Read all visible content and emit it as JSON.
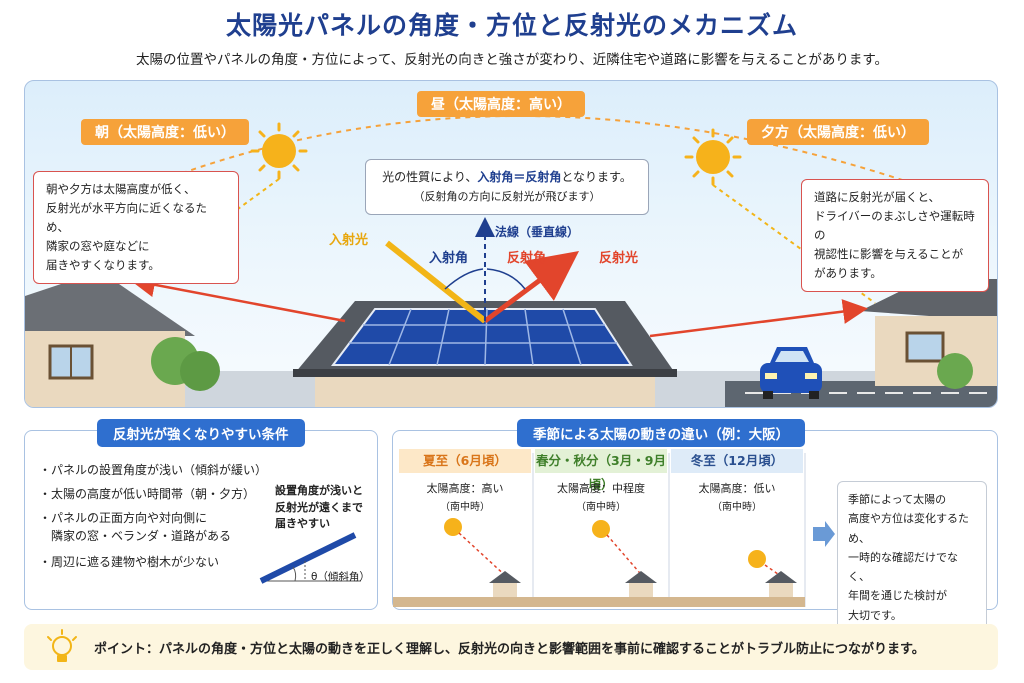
{
  "header": {
    "title": "太陽光パネルの角度・方位と反射光のメカニズム",
    "subtitle": "太陽の位置やパネルの角度・方位によって、反射光の向きと強さが変わり、近隣住宅や道路に影響を与えることがあります。"
  },
  "hero": {
    "noon_label": "昼（太陽高度：高い）",
    "morning_label": "朝（太陽高度：低い）",
    "evening_label": "夕方（太陽高度：低い）",
    "morning_note": [
      "朝や夕方は太陽高度が低く、",
      "反射光が水平方向に近くなるため、",
      "隣家の窓や庭などに",
      "届きやすくなります。"
    ],
    "road_note": [
      "道路に反射光が届くと、",
      "ドライバーのまぶしさや運転時の",
      "視認性に影響を与えることが",
      "があります。"
    ],
    "law_note": {
      "prefix": "光の性質により、",
      "highlight": "入射角＝反射角",
      "suffix": "となります。",
      "line2": "（反射角の方向に反射光が飛びます）"
    },
    "incident_light": "入射光",
    "incident_angle": "入射角",
    "normal_line": "法線（垂直線）",
    "reflect_angle": "反射角",
    "reflect_light": "反射光"
  },
  "conditions": {
    "title": "反射光が強くなりやすい条件",
    "items": [
      "・パネルの設置角度が浅い（傾斜が緩い）",
      "・太陽の高度が低い時間帯（朝・夕方）",
      "・パネルの正面方向や対向側に",
      "　隣家の窓・ベランダ・道路がある",
      "・周辺に遮る建物や樹木が少ない"
    ],
    "diagram_note": [
      "設置角度が浅いと",
      "反射光が遠くまで",
      "届きやすい"
    ],
    "theta": "θ（傾斜角）"
  },
  "seasons": {
    "title": "季節による太陽の動きの違い（例：大阪）",
    "items": [
      {
        "name": "夏至（6月頃）",
        "altitude": "太陽高度：高い",
        "note": "（南中時）",
        "head_bg": "#fde8c8",
        "head_color": "#d9751a"
      },
      {
        "name": "春分・秋分（3月・9月頃）",
        "altitude": "太陽高度：中程度",
        "note": "（南中時）",
        "head_bg": "#e3f1d6",
        "head_color": "#3f7f2a"
      },
      {
        "name": "冬至（12月頃）",
        "altitude": "太陽高度：低い",
        "note": "（南中時）",
        "head_bg": "#deebf8",
        "head_color": "#2a4f8f"
      }
    ],
    "summary": [
      "季節によって太陽の",
      "高度や方位は変化するため、",
      "一時的な確認だけでなく、",
      "年間を通じた検討が",
      "大切です。"
    ]
  },
  "point": {
    "text": "ポイント：パネルの角度・方位と太陽の動きを正しく理解し、反射光の向きと影響範囲を事前に確認することがトラブル防止につながります。"
  },
  "colors": {
    "title_blue": "#1f3f8f",
    "accent_orange": "#f6a23a",
    "reflect_red": "#e2452c",
    "incident_yellow": "#f2b517",
    "panel_blue": "#2f6fcf"
  }
}
